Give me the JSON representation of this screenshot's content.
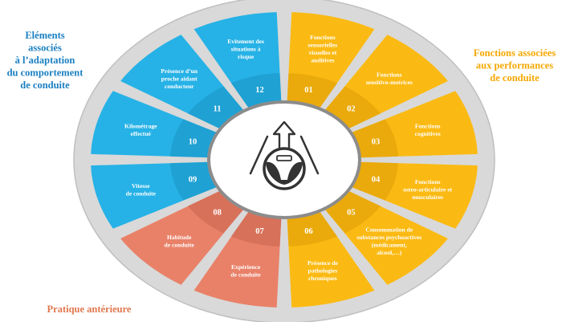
{
  "colors": {
    "outer_ring": "#d9d9d9",
    "outer_ring_stroke": "#bfbfbf",
    "blue": "#26b2e6",
    "blue_band": "#1993c2",
    "orange": "#fbba13",
    "orange_band": "#dc9d06",
    "salmon": "#e98168",
    "salmon_band": "#c9654f",
    "hub_stroke": "#8c8c8c",
    "icon": "#333333",
    "text_blue": "#1a7fc1",
    "text_orange": "#f5a800",
    "text_salmon": "#e0784f"
  },
  "groups": {
    "left_title": [
      "Eléments",
      "associés",
      "à l’adaptation",
      "du comportement",
      "de conduite"
    ],
    "right_title": [
      "Fonctions associées",
      "aux performances",
      "de conduite"
    ],
    "bottom_title": "Pratique antérieure"
  },
  "center_icon": "car-steering-wheel-icon",
  "segments": [
    {
      "num": "01",
      "group": "orange",
      "lines": [
        "Fonctions",
        "sensorielles",
        "visuelles et",
        "auditives"
      ]
    },
    {
      "num": "02",
      "group": "orange",
      "lines": [
        "Fonctions",
        "sensitivo-motrices"
      ]
    },
    {
      "num": "03",
      "group": "orange",
      "lines": [
        "Fonctions",
        "cognitives"
      ]
    },
    {
      "num": "04",
      "group": "orange",
      "lines": [
        "Fonctions",
        "osteo-articulaire et",
        "musculaires"
      ]
    },
    {
      "num": "05",
      "group": "orange",
      "lines": [
        "Consommation de",
        "substances psychoactives",
        "(médicament,",
        "alcool,…)"
      ]
    },
    {
      "num": "06",
      "group": "orange",
      "lines": [
        "Présence de",
        "pathologies",
        "chroniques"
      ]
    },
    {
      "num": "07",
      "group": "salmon",
      "lines": [
        "Expérience",
        "de conduite"
      ]
    },
    {
      "num": "08",
      "group": "salmon",
      "lines": [
        "Habitude",
        "de conduite"
      ]
    },
    {
      "num": "09",
      "group": "blue",
      "lines": [
        "Vitesse",
        "de conduite"
      ]
    },
    {
      "num": "10",
      "group": "blue",
      "lines": [
        "Kilométrage",
        "effectué"
      ]
    },
    {
      "num": "11",
      "group": "blue",
      "lines": [
        "Présence d’un",
        "proche aidant",
        "conducteur"
      ]
    },
    {
      "num": "12",
      "group": "blue",
      "lines": [
        "Evitement des",
        "situations à",
        "risque"
      ]
    }
  ]
}
